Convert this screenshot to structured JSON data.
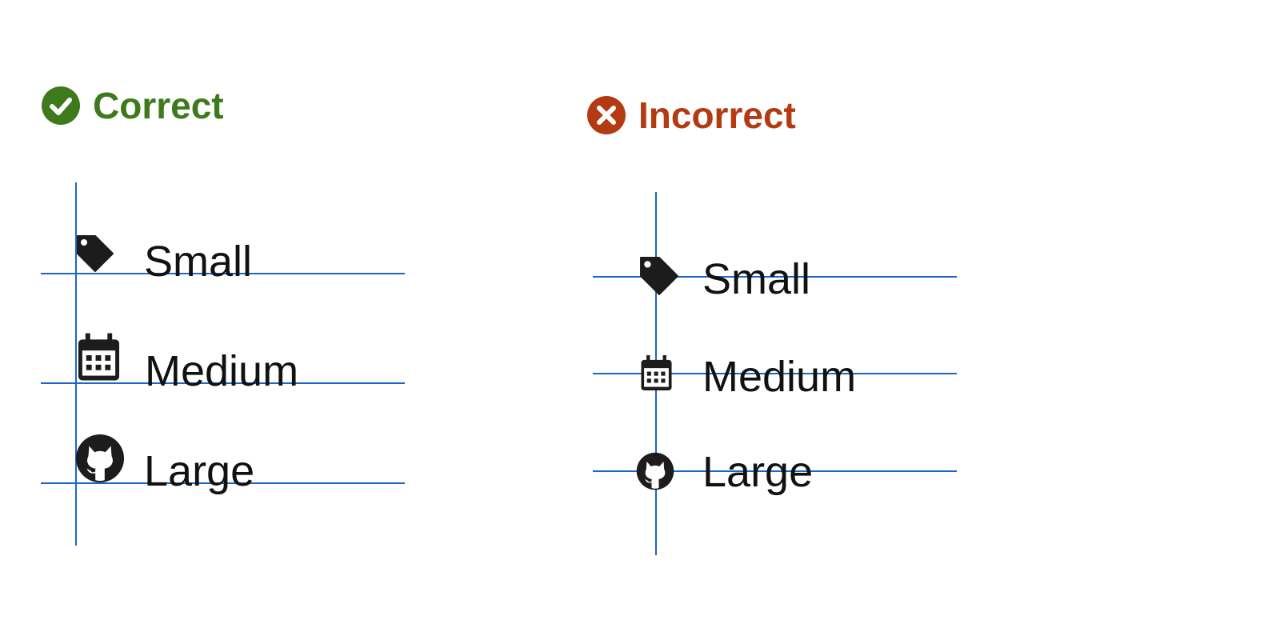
{
  "colors": {
    "correct": "#3e7a1c",
    "incorrect": "#b33a12",
    "guide": "#1a66c9",
    "icon": "#1c1c1c",
    "text": "#111111"
  },
  "correct": {
    "heading": "Correct",
    "status_icon": "check-circle-icon",
    "rows": [
      {
        "label": "Small",
        "icon": "tag-icon"
      },
      {
        "label": "Medium",
        "icon": "calendar-icon"
      },
      {
        "label": "Large",
        "icon": "github-icon"
      }
    ]
  },
  "incorrect": {
    "heading": "Incorrect",
    "status_icon": "x-circle-icon",
    "rows": [
      {
        "label": "Small",
        "icon": "tag-icon"
      },
      {
        "label": "Medium",
        "icon": "calendar-icon"
      },
      {
        "label": "Large",
        "icon": "github-icon"
      }
    ]
  }
}
